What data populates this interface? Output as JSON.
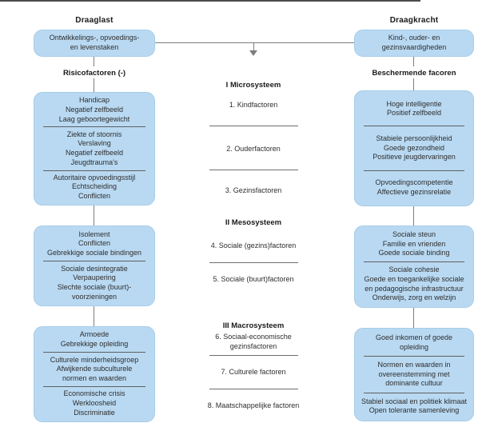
{
  "headers": {
    "left": "Draaglast",
    "right": "Draagkracht"
  },
  "top_boxes": {
    "left": "Ontwikkelings-, opvoedings-\nen levenstaken",
    "right": "Kind-, ouder- en\ngezinsvaardigheden"
  },
  "column_labels": {
    "left": "Risicofactoren (-)",
    "right": "Beschermende facoren"
  },
  "middle": {
    "sections": [
      {
        "title": "I Microsysteem",
        "items": [
          "1. Kindfactoren",
          "2. Ouderfactoren",
          "3. Gezinsfactoren"
        ]
      },
      {
        "title": "II Mesosysteem",
        "items": [
          "4. Sociale (gezins)factoren",
          "5. Sociale (buurt)factoren"
        ]
      },
      {
        "title": "III Macrosysteem",
        "items": [
          "6. Sociaal-economische\ngezinsfactoren",
          "7. Culturele factoren",
          "8. Maatschappelijke factoren"
        ]
      }
    ]
  },
  "left_boxes": [
    {
      "sections": [
        "Handicap\nNegatief zelfbeeld\nLaag geboortegewicht",
        "Ziekte of stoornis\nVerslaving\nNegatief zelfbeeld\nJeugdtrauma's",
        "Autoritaire opvoedingsstijl\nEchtscheiding\nConflicten"
      ]
    },
    {
      "sections": [
        "Isolement\nConflicten\nGebrekkige sociale bindingen",
        "Sociale desintegratie\nVerpaupering\nSlechte sociale (buurt)-\nvoorzieningen"
      ]
    },
    {
      "sections": [
        "Armoede\nGebrekkige opleiding",
        "Culturele minderheidsgroep\nAfwijkende subculturele\nnormen en waarden",
        "Economische crisis\nWerkloosheid\nDiscriminatie"
      ]
    }
  ],
  "right_boxes": [
    {
      "sections": [
        "Hoge intelligentie\nPositief zelfbeeld",
        "Stabiele persoonlijkheid\nGoede gezondheid\nPositieve jeugdervaringen",
        "Opvoedingscompetentie\nAffectieve gezinsrelatie"
      ]
    },
    {
      "sections": [
        "Sociale steun\nFamilie en vrienden\nGoede sociale binding",
        "Sociale cohesie\nGoede en toegankelijke sociale\nen pedagogische infrastructuur\nOnderwijs, zorg en welzijn"
      ]
    },
    {
      "sections": [
        "Goed inkomen of goede\nopleiding",
        "Normen en waarden in\novereenstemming met\ndominante cultuur",
        "Stabiel sociaal en politiek klimaat\nOpen tolerante samenleving"
      ]
    }
  ],
  "colors": {
    "box_fill": "#b9d9f2",
    "line": "#7d7d7d",
    "text": "#2e2e2e"
  }
}
